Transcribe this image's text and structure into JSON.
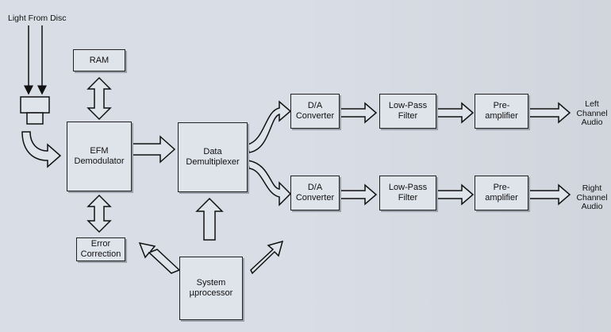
{
  "diagram": {
    "input_label": "Light From Disc",
    "blocks": {
      "ram": "RAM",
      "efm": "EFM\nDemodulator",
      "data_demux": "Data\nDemultiplexer",
      "error": "Error\nCorrection",
      "system": "System\nµprocessor",
      "da_top": "D/A\nConverter",
      "lpf_top": "Low-Pass\nFilter",
      "pre_top": "Pre-\namplifier",
      "da_bottom": "D/A\nConverter",
      "lpf_bottom": "Low-Pass\nFilter",
      "pre_bottom": "Pre-\namplifier"
    },
    "outputs": {
      "left": "Left\nChannel\nAudio",
      "right": "Right\nChannel\nAudio"
    }
  }
}
